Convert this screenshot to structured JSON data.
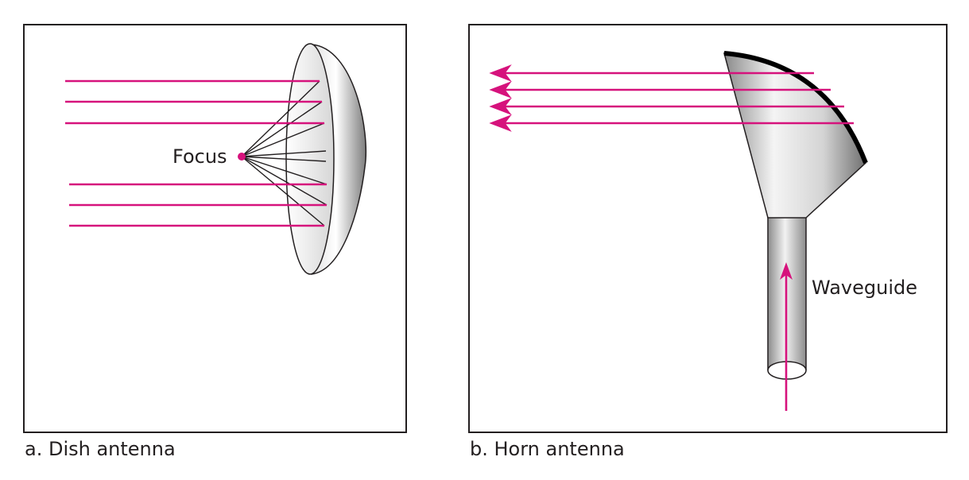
{
  "panels": {
    "dish": {
      "caption": "a. Dish antenna",
      "focus_label": "Focus"
    },
    "horn": {
      "caption": "b. Horn antenna",
      "waveguide_label": "Waveguide"
    }
  },
  "colors": {
    "ray": "#d6127c",
    "frame": "#231f20",
    "metal_light": "#f2f2f2",
    "metal_dark": "#8c8c8c"
  }
}
